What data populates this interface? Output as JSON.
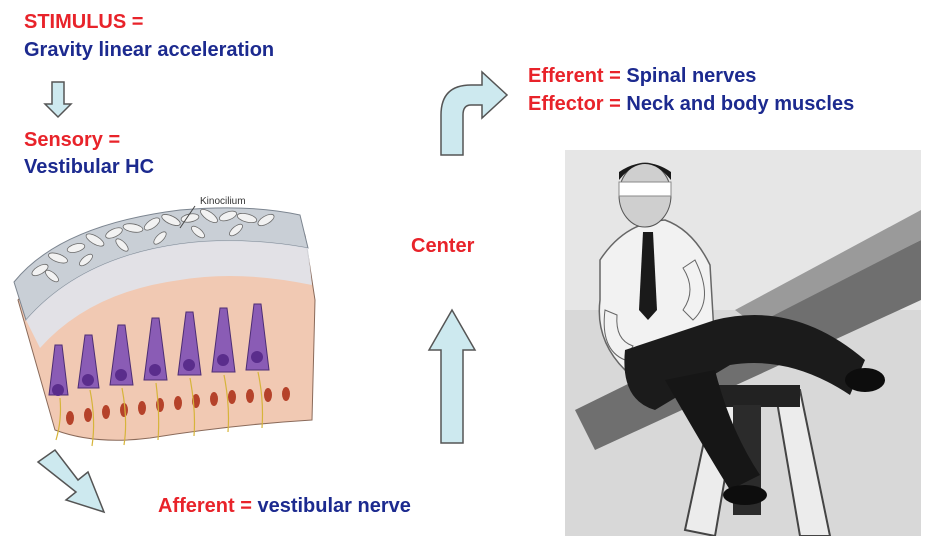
{
  "stimulus": {
    "label": "STIMULUS =",
    "value": "Gravity linear acceleration"
  },
  "sensory": {
    "label": "Sensory =",
    "value": "Vestibular HC"
  },
  "kinocilium_label": "Kinocilium",
  "center_label": "Center",
  "efferent": {
    "label": "Efferent =",
    "value": "Spinal nerves"
  },
  "effector": {
    "label": "Effector =",
    "value": "Neck and body muscles"
  },
  "afferent": {
    "label": "Afferent =",
    "value": "vestibular nerve"
  },
  "colors": {
    "red": "#e8232a",
    "blue": "#1c2a8f",
    "arrow_fill": "#cde9ef",
    "arrow_stroke": "#555555"
  },
  "icons": {
    "down_arrow": "down-arrow-icon",
    "up_arrow": "up-arrow-icon",
    "curved_arrow": "curved-arrow-icon",
    "diagonal_arrow": "diagonal-down-arrow-icon"
  }
}
